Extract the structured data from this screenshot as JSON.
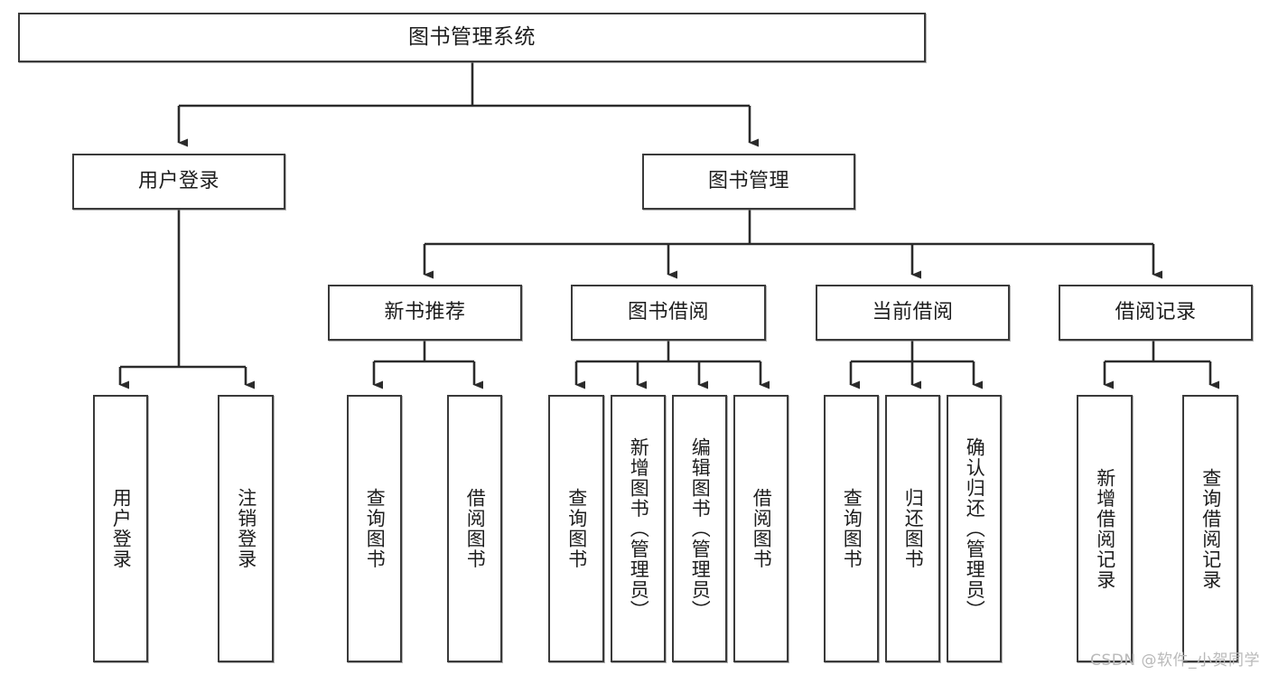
{
  "diagram": {
    "title": "图书管理系统",
    "type": "tree-hierarchy-chart",
    "watermark": "CSDN @软件_小贺同学",
    "colors": {
      "box_border": "#3a3a3a",
      "box_fill": "#ffffff",
      "connector": "#2b2b2b",
      "text": "#1d1d1d",
      "watermark": "#b9b9b9"
    },
    "root": {
      "label": "图书管理系统"
    },
    "level1": [
      {
        "label": "用户登录"
      },
      {
        "label": "图书管理"
      }
    ],
    "level2": [
      {
        "label": "新书推荐"
      },
      {
        "label": "图书借阅"
      },
      {
        "label": "当前借阅"
      },
      {
        "label": "借阅记录"
      }
    ],
    "leaves": {
      "user_login": [
        {
          "label": "用户登录"
        },
        {
          "label": "注销登录"
        }
      ],
      "new_book_recommend": [
        {
          "label": "查询图书"
        },
        {
          "label": "借阅图书"
        }
      ],
      "book_borrow": [
        {
          "label": "查询图书"
        },
        {
          "label": "新增图书（管理员）"
        },
        {
          "label": "编辑图书（管理员）"
        },
        {
          "label": "借阅图书"
        }
      ],
      "current_borrow": [
        {
          "label": "查询图书"
        },
        {
          "label": "归还图书"
        },
        {
          "label": "确认归还（管理员）"
        }
      ],
      "borrow_record": [
        {
          "label": "新增借阅记录"
        },
        {
          "label": "查询借阅记录"
        }
      ]
    }
  }
}
